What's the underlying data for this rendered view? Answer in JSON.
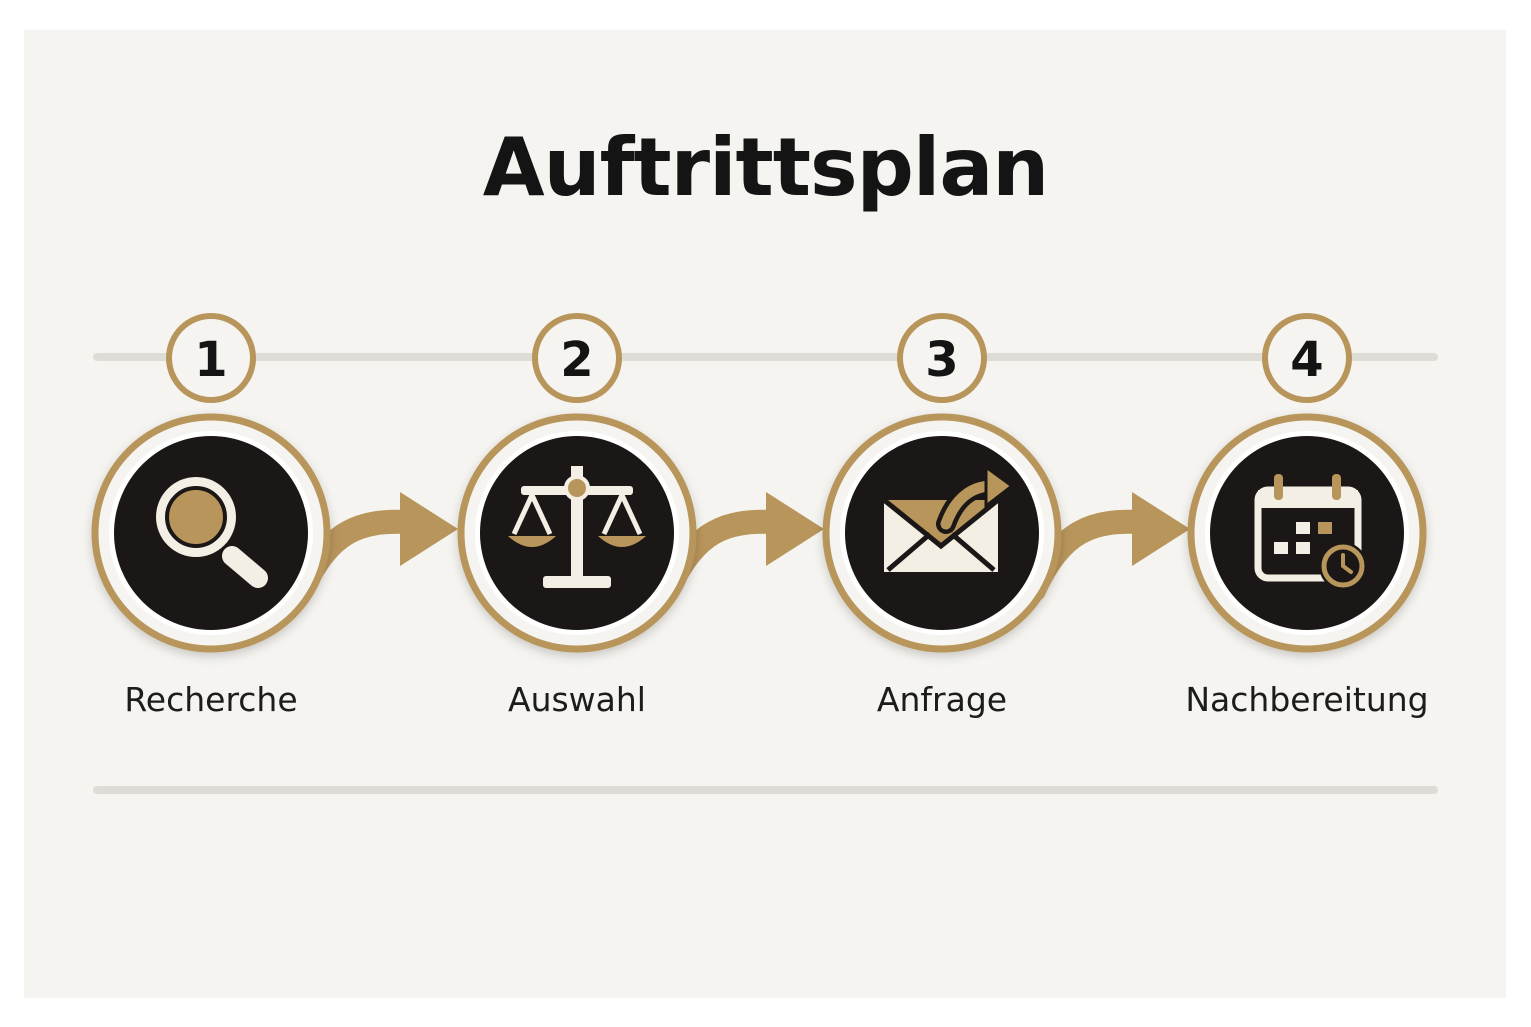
{
  "title": "Auftrittsplan",
  "colors": {
    "background": "#f5f4f0",
    "gold": "#b8955a",
    "dark": "#1a1716",
    "cream": "#f4efe4",
    "line": "#dedcd6"
  },
  "steps": [
    {
      "number": "1",
      "label": "Recherche",
      "icon": "magnifier-icon"
    },
    {
      "number": "2",
      "label": "Auswahl",
      "icon": "scale-icon"
    },
    {
      "number": "3",
      "label": "Anfrage",
      "icon": "mail-forward-icon"
    },
    {
      "number": "4",
      "label": "Nachbereitung",
      "icon": "calendar-clock-icon"
    }
  ]
}
